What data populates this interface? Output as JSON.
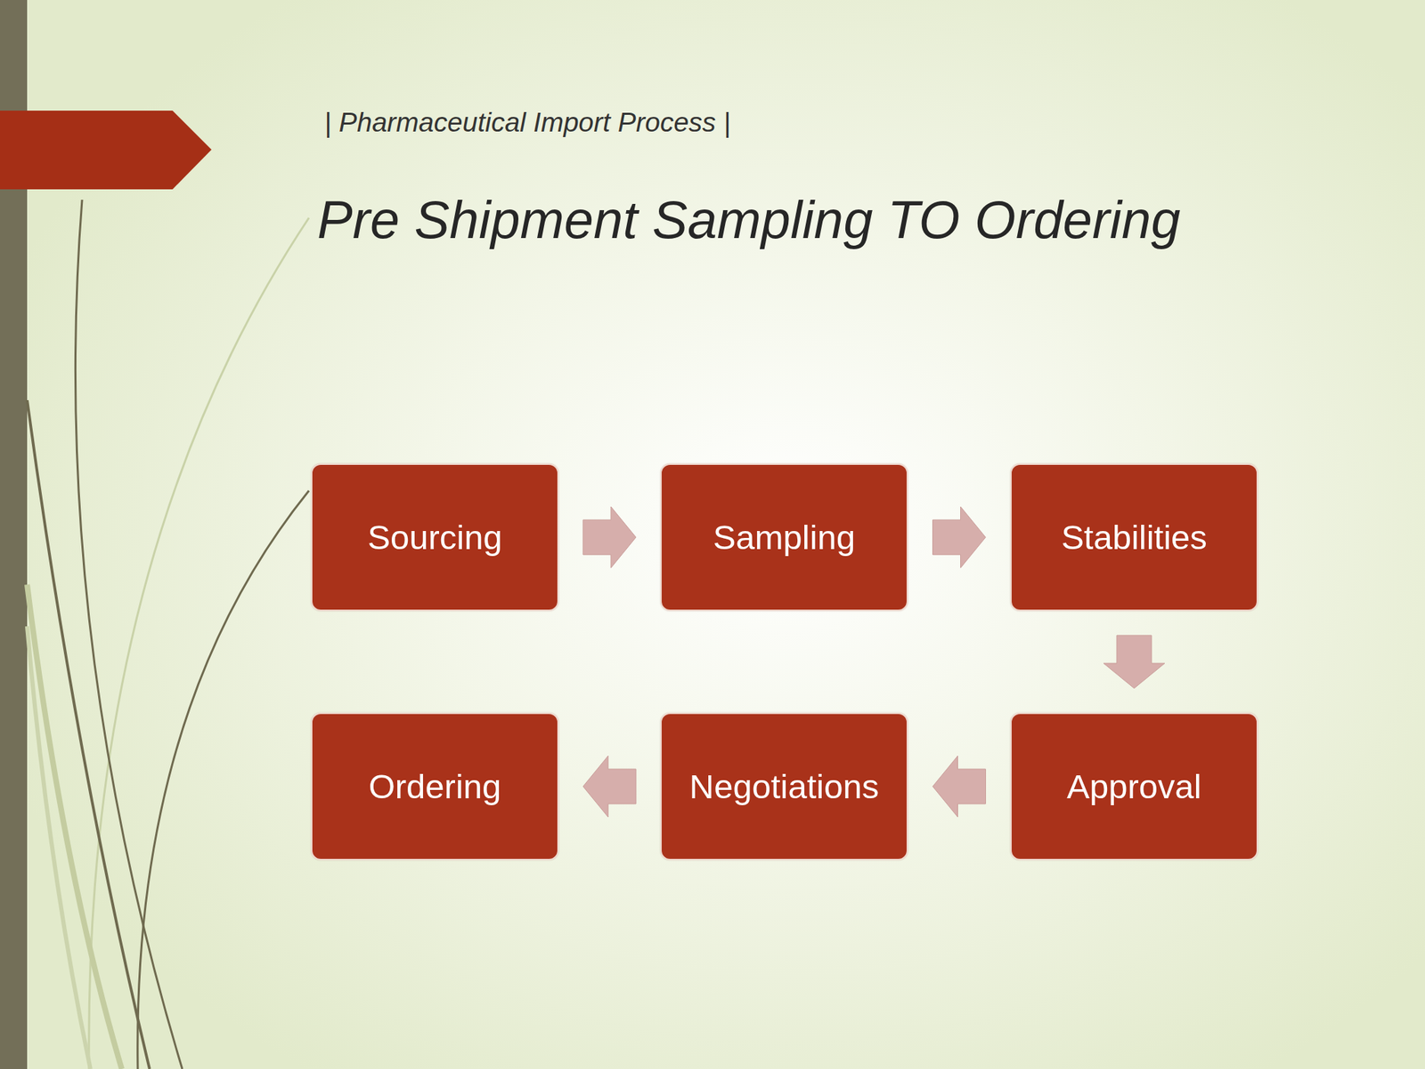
{
  "diagram": {
    "title": "Pre Shipment Sampling TO Ordering",
    "nodes": [
      {
        "text": [
          "Sourcing"
        ]
      },
      {
        "text": [
          "Sampling"
        ]
      },
      {
        "text": [
          "Stabilities"
        ]
      },
      {
        "text": [
          "Ordering"
        ]
      },
      {
        "text": [
          "Negotiations"
        ]
      },
      {
        "text": [
          "Approval"
        ]
      }
    ],
    "edges": [
      {
        "from": 0,
        "to": 1,
        "arrow": "to"
      },
      {
        "from": 1,
        "to": 2,
        "arrow": "to"
      },
      {
        "from": 2,
        "to": 5,
        "arrow": "to"
      },
      {
        "from": 5,
        "to": 4,
        "arrow": "to"
      },
      {
        "from": 4,
        "to": 3,
        "arrow": "to"
      }
    ],
    "labels": [
      "| Pharmaceutical Import Process |"
    ]
  }
}
